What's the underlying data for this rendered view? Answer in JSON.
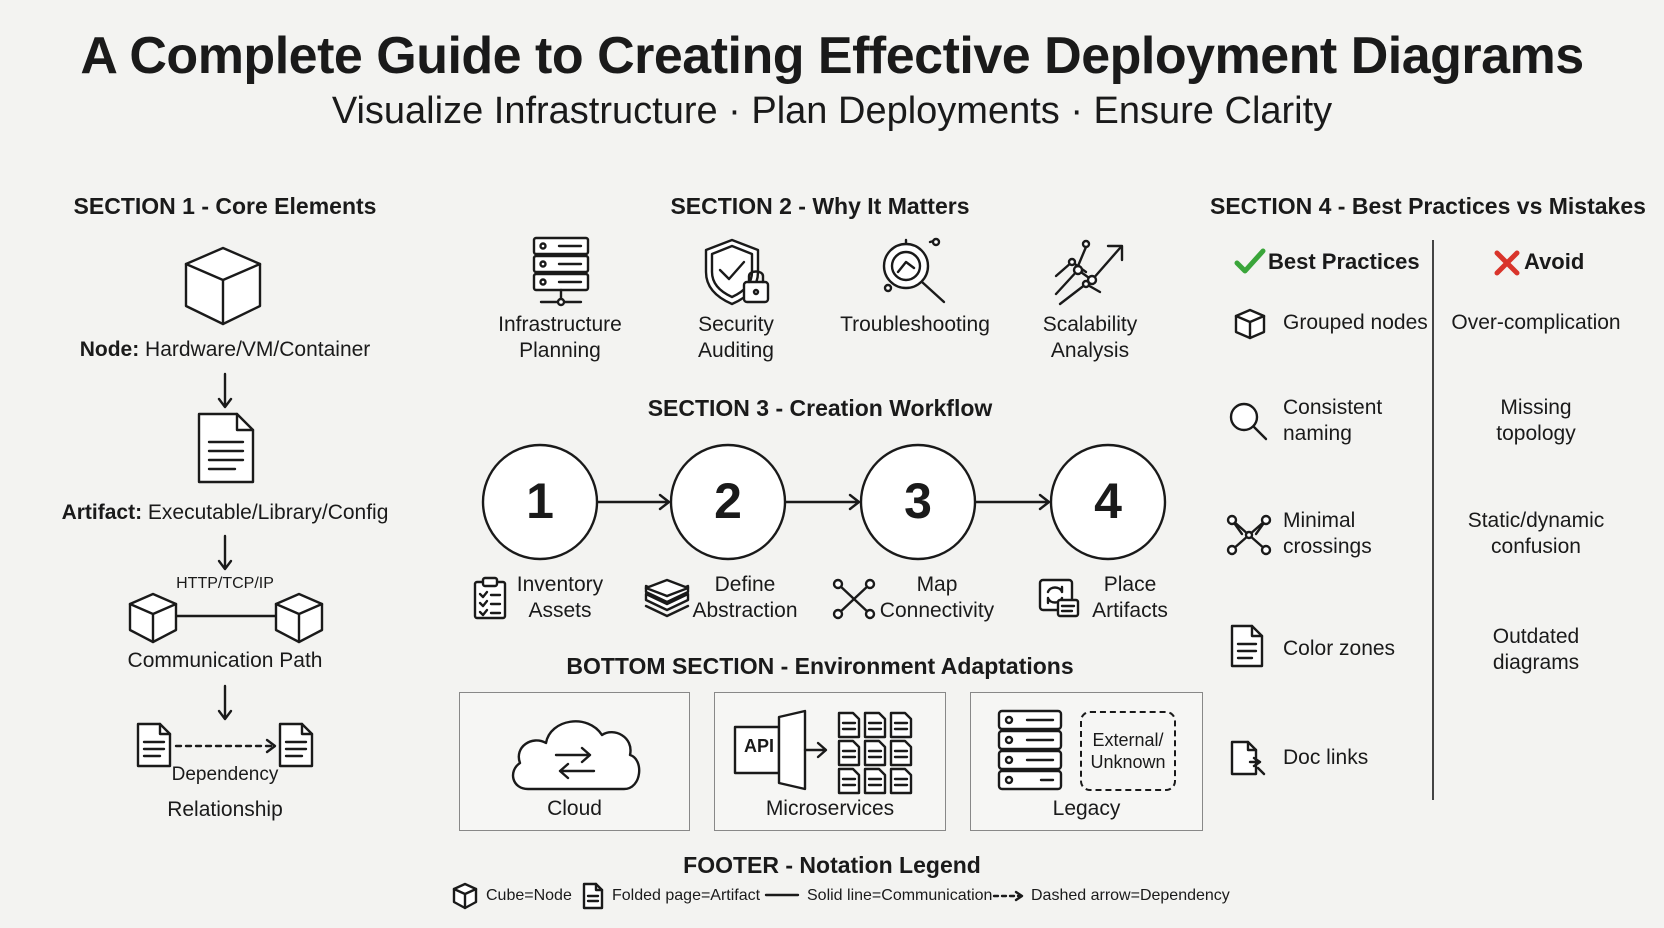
{
  "header": {
    "title": "A Complete Guide to Creating Effective Deployment Diagrams",
    "subtitle": "Visualize Infrastructure · Plan Deployments · Ensure Clarity"
  },
  "section1": {
    "heading": "SECTION 1 - Core Elements",
    "node_bold": "Node:",
    "node_text": " Hardware/VM/Container",
    "artifact_bold": "Artifact:",
    "artifact_text": " Executable/Library/Config",
    "protocol": "HTTP/TCP/IP",
    "comm_path": "Communication Path",
    "dependency": "Dependency",
    "relationship": "Relationship"
  },
  "section2": {
    "heading": "SECTION 2 - Why It Matters",
    "items": [
      {
        "line1": "Infrastructure",
        "line2": "Planning",
        "icon": "server-icon"
      },
      {
        "line1": "Security",
        "line2": "Auditing",
        "icon": "shield-lock-icon"
      },
      {
        "line1": "Troubleshooting",
        "line2": "",
        "icon": "magnifier-icon"
      },
      {
        "line1": "Scalability",
        "line2": "Analysis",
        "icon": "growth-chart-icon"
      }
    ]
  },
  "section3": {
    "heading": "SECTION 3 - Creation Workflow",
    "steps": [
      {
        "num": "1",
        "line1": "Inventory",
        "line2": "Assets",
        "icon": "clipboard-icon"
      },
      {
        "num": "2",
        "line1": "Define",
        "line2": "Abstraction",
        "icon": "layers-icon"
      },
      {
        "num": "3",
        "line1": "Map",
        "line2": "Connectivity",
        "icon": "network-icon"
      },
      {
        "num": "4",
        "line1": "Place",
        "line2": "Artifacts",
        "icon": "artifact-icon"
      }
    ]
  },
  "bottom": {
    "heading": "BOTTOM SECTION - Environment Adaptations",
    "cloud": "Cloud",
    "microservices": "Microservices",
    "api": "API",
    "legacy": "Legacy",
    "external_line1": "External/",
    "external_line2": "Unknown"
  },
  "section4": {
    "heading": "SECTION 4 - Best Practices vs Mistakes",
    "best_label": "Best Practices",
    "avoid_label": "Avoid",
    "best": [
      {
        "line1": "Grouped nodes",
        "line2": "",
        "icon": "cube-icon"
      },
      {
        "line1": "Consistent",
        "line2": "naming",
        "icon": "search-icon"
      },
      {
        "line1": "Minimal",
        "line2": "crossings",
        "icon": "crossing-icon"
      },
      {
        "line1": "Color zones",
        "line2": "",
        "icon": "document-icon"
      },
      {
        "line1": "Doc links",
        "line2": "",
        "icon": "doc-link-icon"
      }
    ],
    "avoid": [
      {
        "line1": "Over-complication",
        "line2": ""
      },
      {
        "line1": "Missing",
        "line2": "topology"
      },
      {
        "line1": "Static/dynamic",
        "line2": "confusion"
      },
      {
        "line1": "Outdated",
        "line2": "diagrams"
      }
    ]
  },
  "footer": {
    "heading": "FOOTER - Notation Legend",
    "cube": "Cube=Node",
    "page": "Folded page=Artifact",
    "solid": "Solid line=Communication",
    "dashed": "Dashed arrow=Dependency"
  },
  "colors": {
    "check": "#3aa53a",
    "cross": "#d9342b",
    "ink": "#1a1a1a"
  }
}
